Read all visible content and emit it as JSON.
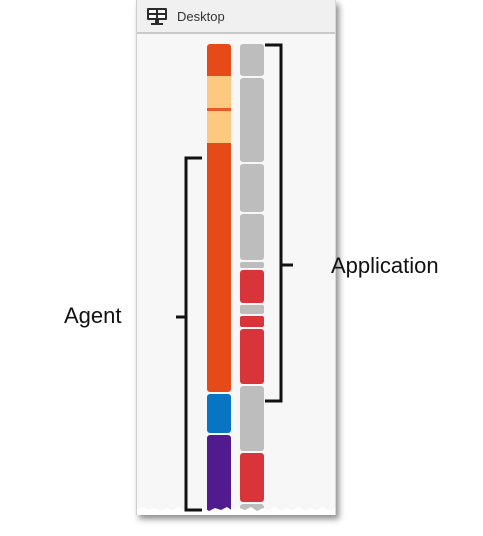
{
  "window": {
    "title": "Desktop",
    "icon": "desktop-monitor-icon"
  },
  "labels": {
    "agent": "Agent",
    "application": "Application"
  },
  "colors": {
    "orange": "#e64a19",
    "light_orange": "#fdc981",
    "red_line": "#e85a2a",
    "blue": "#0a74c4",
    "purple": "#521a8f",
    "gray": "#bdbdbd",
    "red": "#d9343a",
    "bracket": "#111111"
  }
}
